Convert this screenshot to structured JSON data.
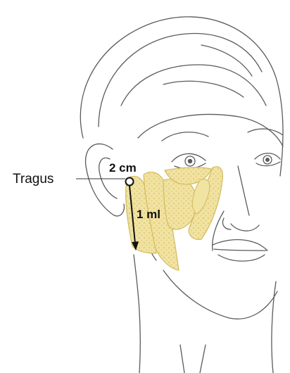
{
  "labels": {
    "tragus": "Tragus",
    "distance": "2 cm",
    "volume": "1 ml"
  },
  "colors": {
    "line": "#5a5a5a",
    "fat_fill": "#f1e3a2",
    "fat_stroke": "#d4bd62",
    "fat_dot": "#e0cc7c",
    "arrow": "#111111"
  },
  "icons": {
    "entry_point": "circle-marker",
    "injection_arrow": "arrow-down"
  }
}
